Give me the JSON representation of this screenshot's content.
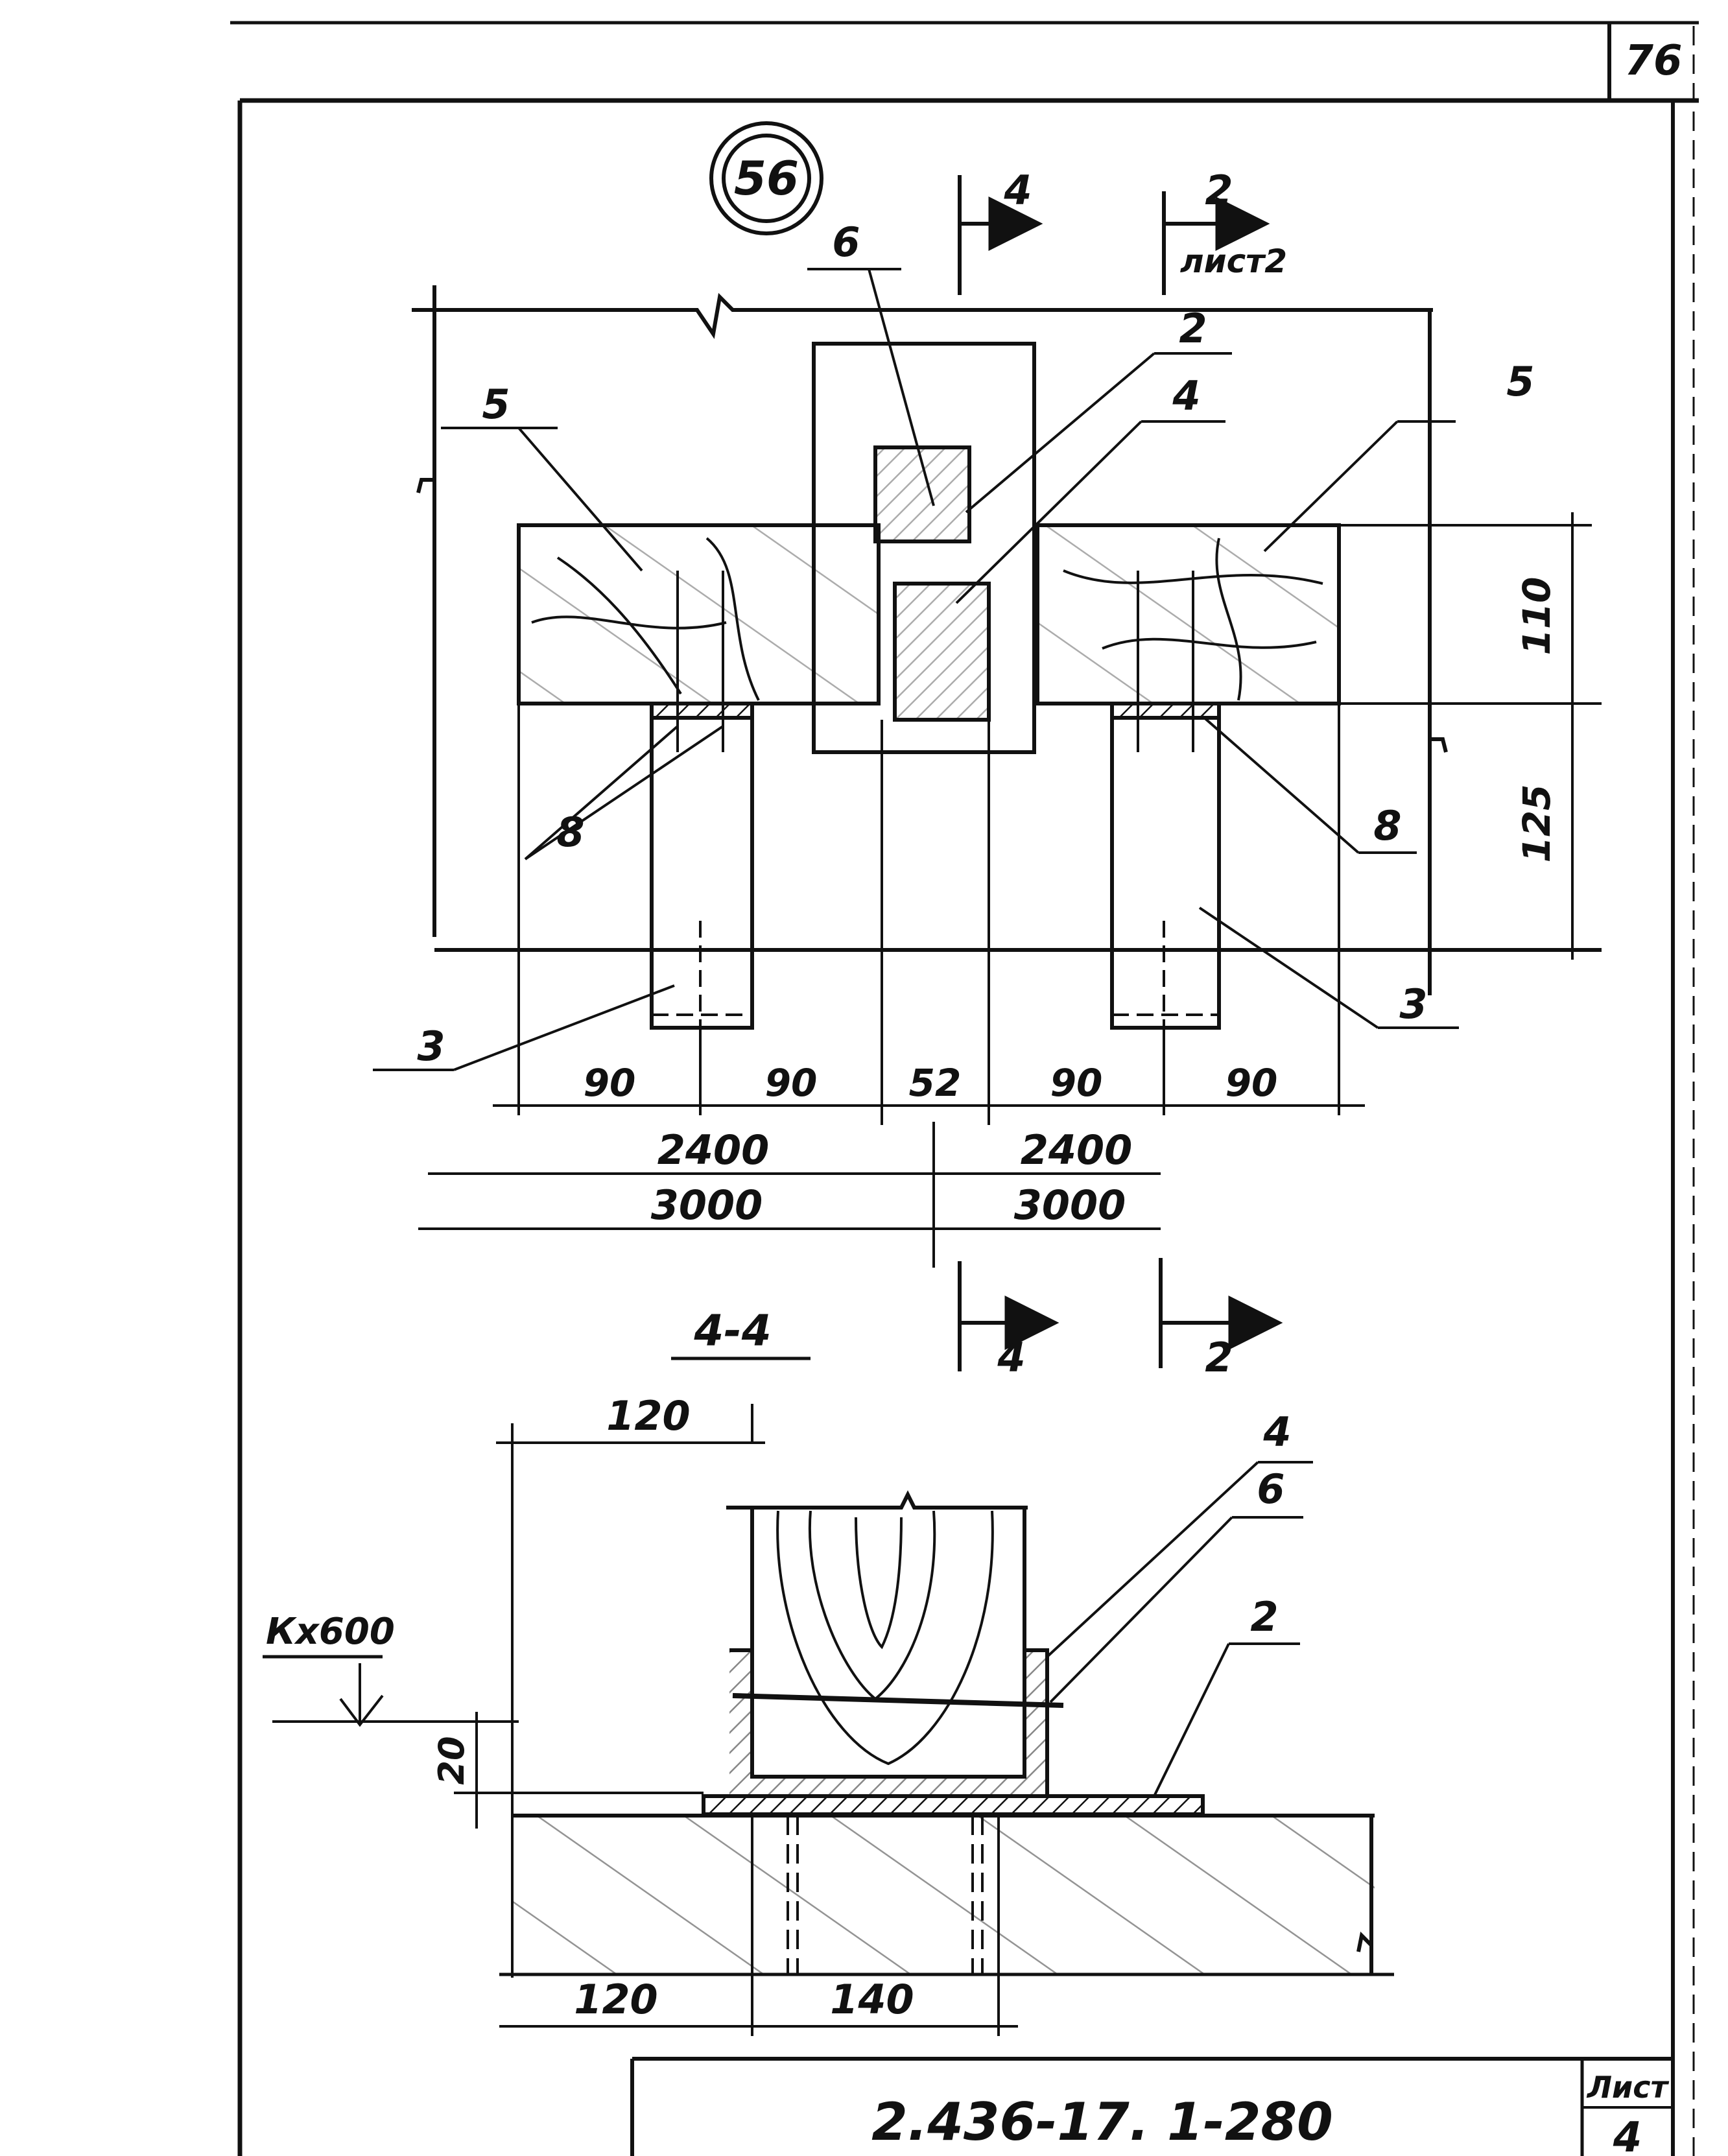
{
  "sheet": {
    "page_number": "76",
    "detail_marker": "56",
    "doc_code": "2.436-17. 1-280",
    "sheet_label": "Лист",
    "sheet_value": "4"
  },
  "plan_view": {
    "section_marks": [
      {
        "id": "4",
        "ref": ""
      },
      {
        "id": "2",
        "ref": "лист2"
      }
    ],
    "callouts": {
      "top_center": "6",
      "plate": "2",
      "angle": "4",
      "beam_left": "5",
      "beam_right": "5",
      "pad_left": "8",
      "pad_right": "8",
      "post_left": "3",
      "post_right": "3"
    },
    "dims_bottom": [
      "90",
      "90",
      "52",
      "90",
      "90"
    ],
    "dims_right": [
      "110",
      "125"
    ],
    "spans_row1": [
      "2400",
      "2400"
    ],
    "spans_row2": [
      "3000",
      "3000"
    ]
  },
  "section_view": {
    "title": "4-4",
    "marks": [
      "4",
      "2"
    ],
    "callouts": {
      "angle": "4",
      "bolt": "6",
      "plate": "2"
    },
    "level": "Кх600",
    "dim_top": "120",
    "dim_left": "20",
    "dims_bottom": [
      "120",
      "140"
    ]
  }
}
